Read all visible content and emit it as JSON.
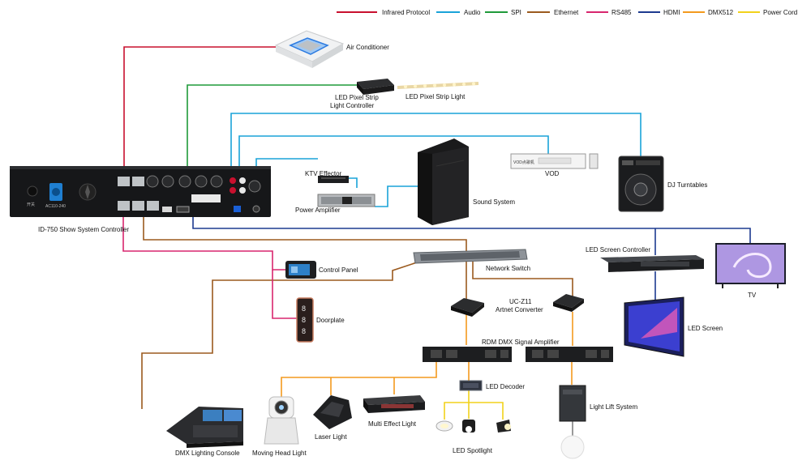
{
  "legend": {
    "items": [
      {
        "label": "Infrared Protocol",
        "color": "#c8102e"
      },
      {
        "label": "Audio",
        "color": "#1aa3d9"
      },
      {
        "label": "SPI",
        "color": "#1f9a3a"
      },
      {
        "label": "Ethernet",
        "color": "#9b5a1e"
      },
      {
        "label": "RS485",
        "color": "#d8266e"
      },
      {
        "label": "HDMI",
        "color": "#1d3a8f"
      },
      {
        "label": "DMX512",
        "color": "#f39a1e"
      },
      {
        "label": "Power Cord",
        "color": "#f2d21b"
      }
    ]
  },
  "devices": {
    "controller": "ID-750 Show System Controller",
    "air_conditioner": "Air Conditioner",
    "led_strip_controller_1": "LED Pixel Strip",
    "led_strip_controller_2": "Light Controller",
    "led_strip_light": "LED Pixel Strip Light",
    "ktv_effector": "KTV Effector",
    "power_amplifier": "Power Amplifier",
    "sound_system": "Sound System",
    "vod": "VOD",
    "dj_turntables": "DJ Turntables",
    "control_panel": "Control Panel",
    "doorplate": "Doorplate",
    "network_switch": "Network Switch",
    "artnet_1": "UC-Z11",
    "artnet_2": "Artnet Converter",
    "rdm_amp": "RDM DMX Signal Amplifier",
    "led_decoder": "LED Decoder",
    "led_screen_controller": "LED Screen Controller",
    "tv": "TV",
    "led_screen": "LED Screen",
    "light_lift": "Light Lift System",
    "dmx_console": "DMX Lighting Console",
    "moving_head": "Moving Head Light",
    "laser_light": "Laser Light",
    "multi_effect": "Multi Effect Light",
    "led_spotlight": "LED Spotlight"
  },
  "controller_panel": {
    "power_socket": "AC110-240",
    "switch_label": "开关",
    "vod_screen_text": "VOD点歌机"
  }
}
